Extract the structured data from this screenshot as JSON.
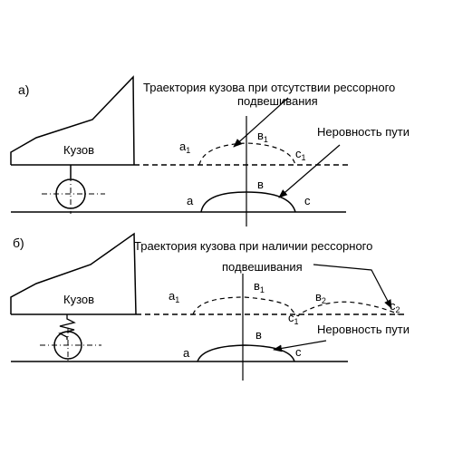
{
  "panels": [
    {
      "id": "a",
      "panel_label": "а)",
      "body_label": "Кузов",
      "trajectory_caption_line1": "Траектория кузова при отсутствии рессорного",
      "trajectory_caption_line2": "подвешивания",
      "road_caption": "Неровность пути",
      "points": {
        "a1": {
          "main": "а",
          "sub": "1"
        },
        "b1": {
          "main": "в",
          "sub": "1"
        },
        "c1": {
          "main": "с",
          "sub": "1"
        },
        "a": {
          "main": "а",
          "sub": ""
        },
        "b": {
          "main": "в",
          "sub": ""
        },
        "c": {
          "main": "с",
          "sub": ""
        }
      },
      "suspension": "none"
    },
    {
      "id": "b",
      "panel_label": "б)",
      "body_label": "Кузов",
      "trajectory_caption_line1": "Траектория кузова при наличии рессорного",
      "trajectory_caption_line2": "подвешивания",
      "road_caption": "Неровность пути",
      "points": {
        "a1": {
          "main": "а",
          "sub": "1"
        },
        "b1": {
          "main": "в",
          "sub": "1"
        },
        "c1": {
          "main": "с",
          "sub": "1"
        },
        "b2": {
          "main": "в",
          "sub": "2"
        },
        "c2": {
          "main": "с",
          "sub": "2"
        },
        "a": {
          "main": "а",
          "sub": ""
        },
        "b": {
          "main": "в",
          "sub": ""
        },
        "c": {
          "main": "с",
          "sub": ""
        }
      },
      "suspension": "spring"
    }
  ],
  "colors": {
    "ink": "#000000",
    "background": "#ffffff"
  }
}
